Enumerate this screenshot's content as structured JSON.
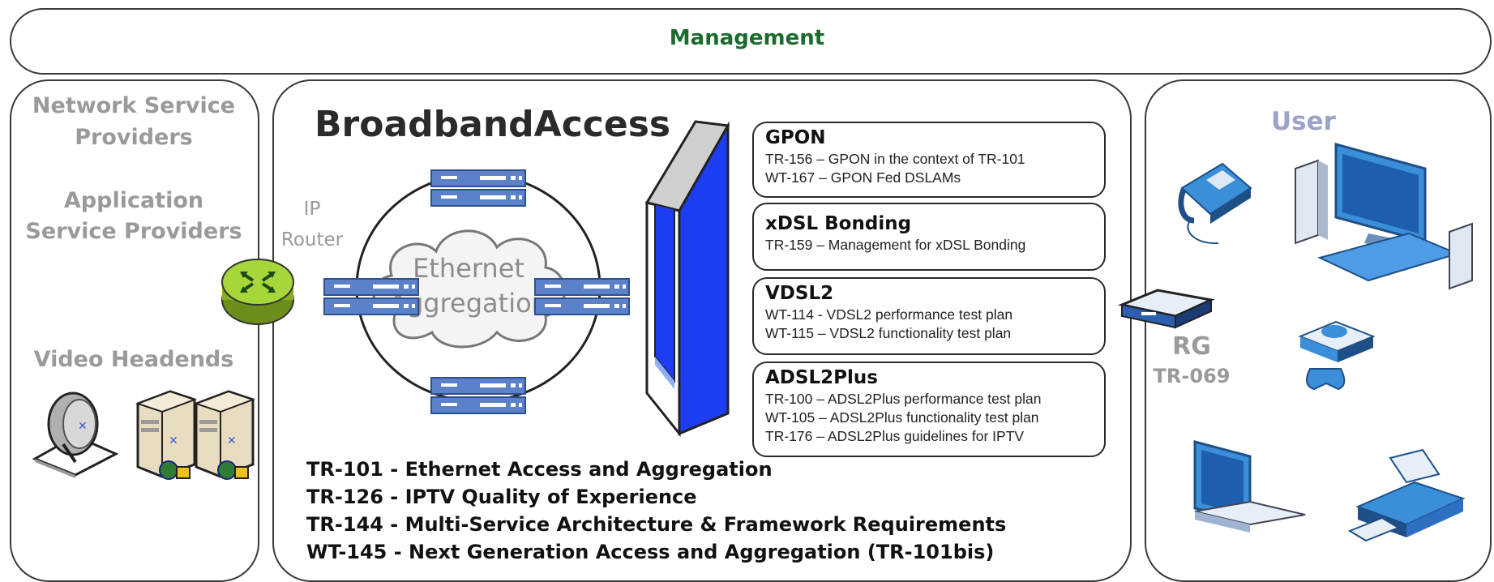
{
  "management": {
    "label": "Management"
  },
  "providers": {
    "nsp": [
      "Network Service",
      "Providers"
    ],
    "asp": [
      "Application",
      "Service Providers"
    ],
    "video": "Video Headends"
  },
  "access": {
    "title": "BroadbandAccess",
    "ip_router": [
      "IP",
      "Router"
    ],
    "cloud": [
      "Ethernet",
      "Aggregation"
    ],
    "standards": [
      {
        "heading": "GPON",
        "lines": [
          "TR-156 – GPON in the context of TR-101",
          "WT-167 – GPON Fed DSLAMs"
        ]
      },
      {
        "heading": "xDSL Bonding",
        "lines": [
          "TR-159 – Management for xDSL Bonding"
        ]
      },
      {
        "heading": "VDSL2",
        "lines": [
          "WT-114 - VDSL2 performance test plan",
          "WT-115 – VDSL2 functionality test plan"
        ]
      },
      {
        "heading": "ADSL2Plus",
        "lines": [
          "TR-100 – ADSL2Plus performance test plan",
          "WT-105 – ADSL2Plus functionality test plan",
          "TR-176 – ADSL2Plus guidelines for IPTV"
        ]
      }
    ],
    "specs": [
      "TR-101 - Ethernet Access and Aggregation",
      "TR-126 - IPTV Quality of Experience",
      "TR-144 - Multi-Service Architecture & Framework Requirements",
      "WT-145 - Next Generation Access and Aggregation (TR-101bis)"
    ]
  },
  "user": {
    "title": "User",
    "rg": "RG",
    "rg_std": "TR-069"
  },
  "colors": {
    "management": "#1a6b2e",
    "gray_text": "#9a9a9a",
    "user_title": "#9ba3c9",
    "router": "#9ccc2e",
    "dslam": "#1d3df5",
    "device_blue": "#3b8ed8"
  },
  "icons": [
    "router-icon",
    "switch-icon",
    "cloud-icon",
    "dslam-icon",
    "satellite-dish-icon",
    "server-icon",
    "phone-icon",
    "desktop-icon",
    "game-console-icon",
    "laptop-icon",
    "printer-icon",
    "modem-icon"
  ]
}
